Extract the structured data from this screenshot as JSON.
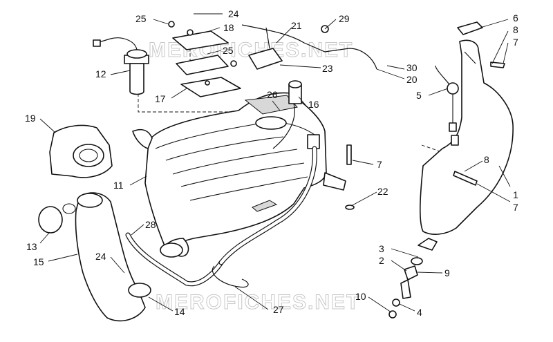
{
  "callouts": [
    {
      "id": "c1",
      "label": "1"
    },
    {
      "id": "c2",
      "label": "2"
    },
    {
      "id": "c3",
      "label": "3"
    },
    {
      "id": "c4",
      "label": "4"
    },
    {
      "id": "c5",
      "label": "5"
    },
    {
      "id": "c6",
      "label": "6"
    },
    {
      "id": "c7a",
      "label": "7"
    },
    {
      "id": "c7b",
      "label": "7"
    },
    {
      "id": "c7c",
      "label": "7"
    },
    {
      "id": "c8a",
      "label": "8"
    },
    {
      "id": "c8b",
      "label": "8"
    },
    {
      "id": "c9",
      "label": "9"
    },
    {
      "id": "c10",
      "label": "10"
    },
    {
      "id": "c11",
      "label": "11"
    },
    {
      "id": "c12",
      "label": "12"
    },
    {
      "id": "c13",
      "label": "13"
    },
    {
      "id": "c14",
      "label": "14"
    },
    {
      "id": "c15",
      "label": "15"
    },
    {
      "id": "c16",
      "label": "16"
    },
    {
      "id": "c17",
      "label": "17"
    },
    {
      "id": "c18",
      "label": "18"
    },
    {
      "id": "c19",
      "label": "19"
    },
    {
      "id": "c20",
      "label": "20"
    },
    {
      "id": "c21",
      "label": "21"
    },
    {
      "id": "c22",
      "label": "22"
    },
    {
      "id": "c23",
      "label": "23"
    },
    {
      "id": "c24a",
      "label": "24"
    },
    {
      "id": "c24b",
      "label": "24"
    },
    {
      "id": "c25a",
      "label": "25"
    },
    {
      "id": "c25b",
      "label": "25"
    },
    {
      "id": "c26",
      "label": "26"
    },
    {
      "id": "c27",
      "label": "27"
    },
    {
      "id": "c28",
      "label": "28"
    },
    {
      "id": "c29",
      "label": "29"
    },
    {
      "id": "c30",
      "label": "30"
    }
  ],
  "watermark": {
    "text": "MEROFICHES.NET"
  }
}
